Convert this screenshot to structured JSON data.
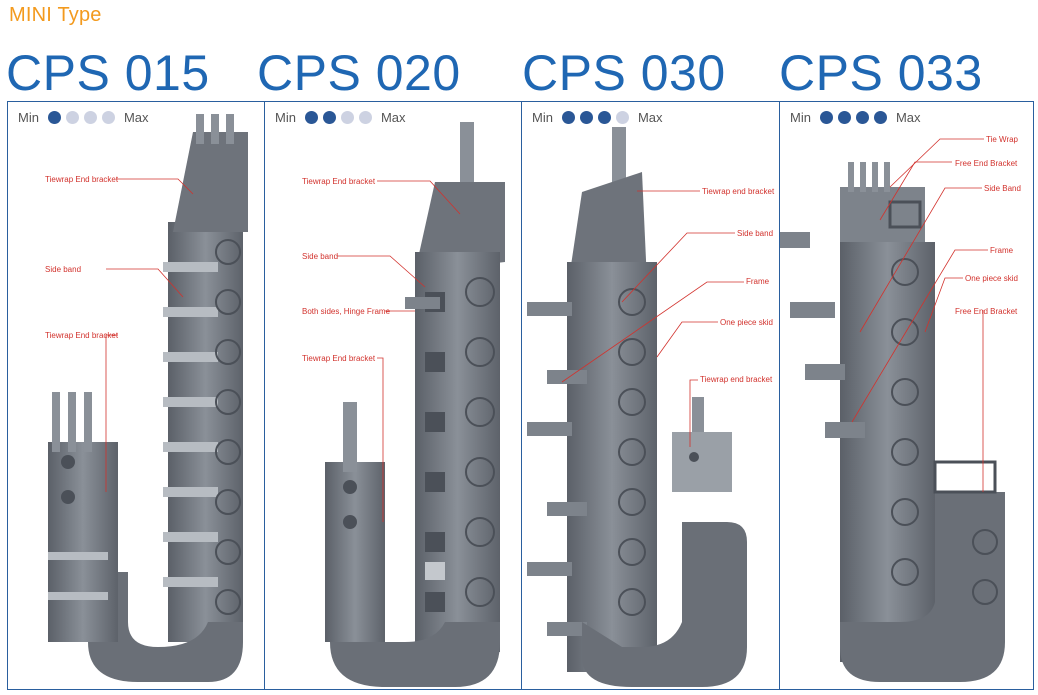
{
  "header": {
    "prefix": "MINI",
    "suffix": "Type"
  },
  "scale": {
    "min_label": "Min",
    "max_label": "Max"
  },
  "colors": {
    "accent_title": "#1f67b3",
    "accent_header": "#f39a1e",
    "annotation": "#d2322d",
    "dot_on": "#2a5796",
    "dot_off": "#cdd2e2"
  },
  "models": [
    {
      "title": "CPS 015",
      "rating": 1,
      "annotations": [
        "Tiewrap End bracket",
        "Side band",
        "Tiewrap End bracket"
      ]
    },
    {
      "title": "CPS 020",
      "rating": 2,
      "annotations": [
        "Tiewrap End bracket",
        "Side band",
        "Both sides, Hinge Frame",
        "Tiewrap End bracket"
      ]
    },
    {
      "title": "CPS 030",
      "rating": 3,
      "annotations": [
        "Tiewrap end bracket",
        "Side band",
        "Frame",
        "One piece skid",
        "Tiewrap end bracket"
      ]
    },
    {
      "title": "CPS 033",
      "rating": 4,
      "annotations": [
        "Tie Wrap",
        "Free End Bracket",
        "Side Band",
        "Frame",
        "One piece skid",
        "Free End Bracket"
      ]
    }
  ]
}
